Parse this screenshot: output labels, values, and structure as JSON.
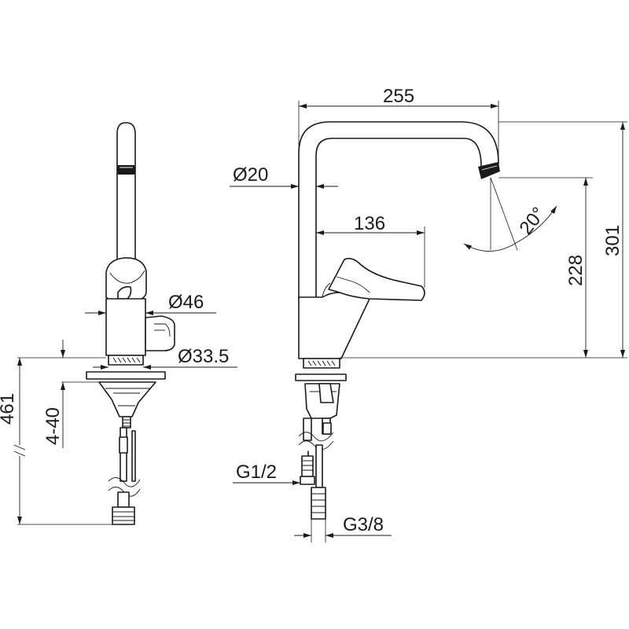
{
  "dimensions": {
    "spout_reach": "255",
    "spout_diameter": "Ø20",
    "lever_reach": "136",
    "swivel_angle": "20°",
    "spout_height": "228",
    "total_height": "301",
    "body_diameter": "Ø46",
    "base_diameter": "Ø33.5",
    "hose_length": "461",
    "deck_thickness": "4-40",
    "inlet_thread": "G1/2",
    "connection_thread": "G3/8"
  },
  "colors": {
    "line": "#1a1a1a",
    "background": "#ffffff"
  }
}
